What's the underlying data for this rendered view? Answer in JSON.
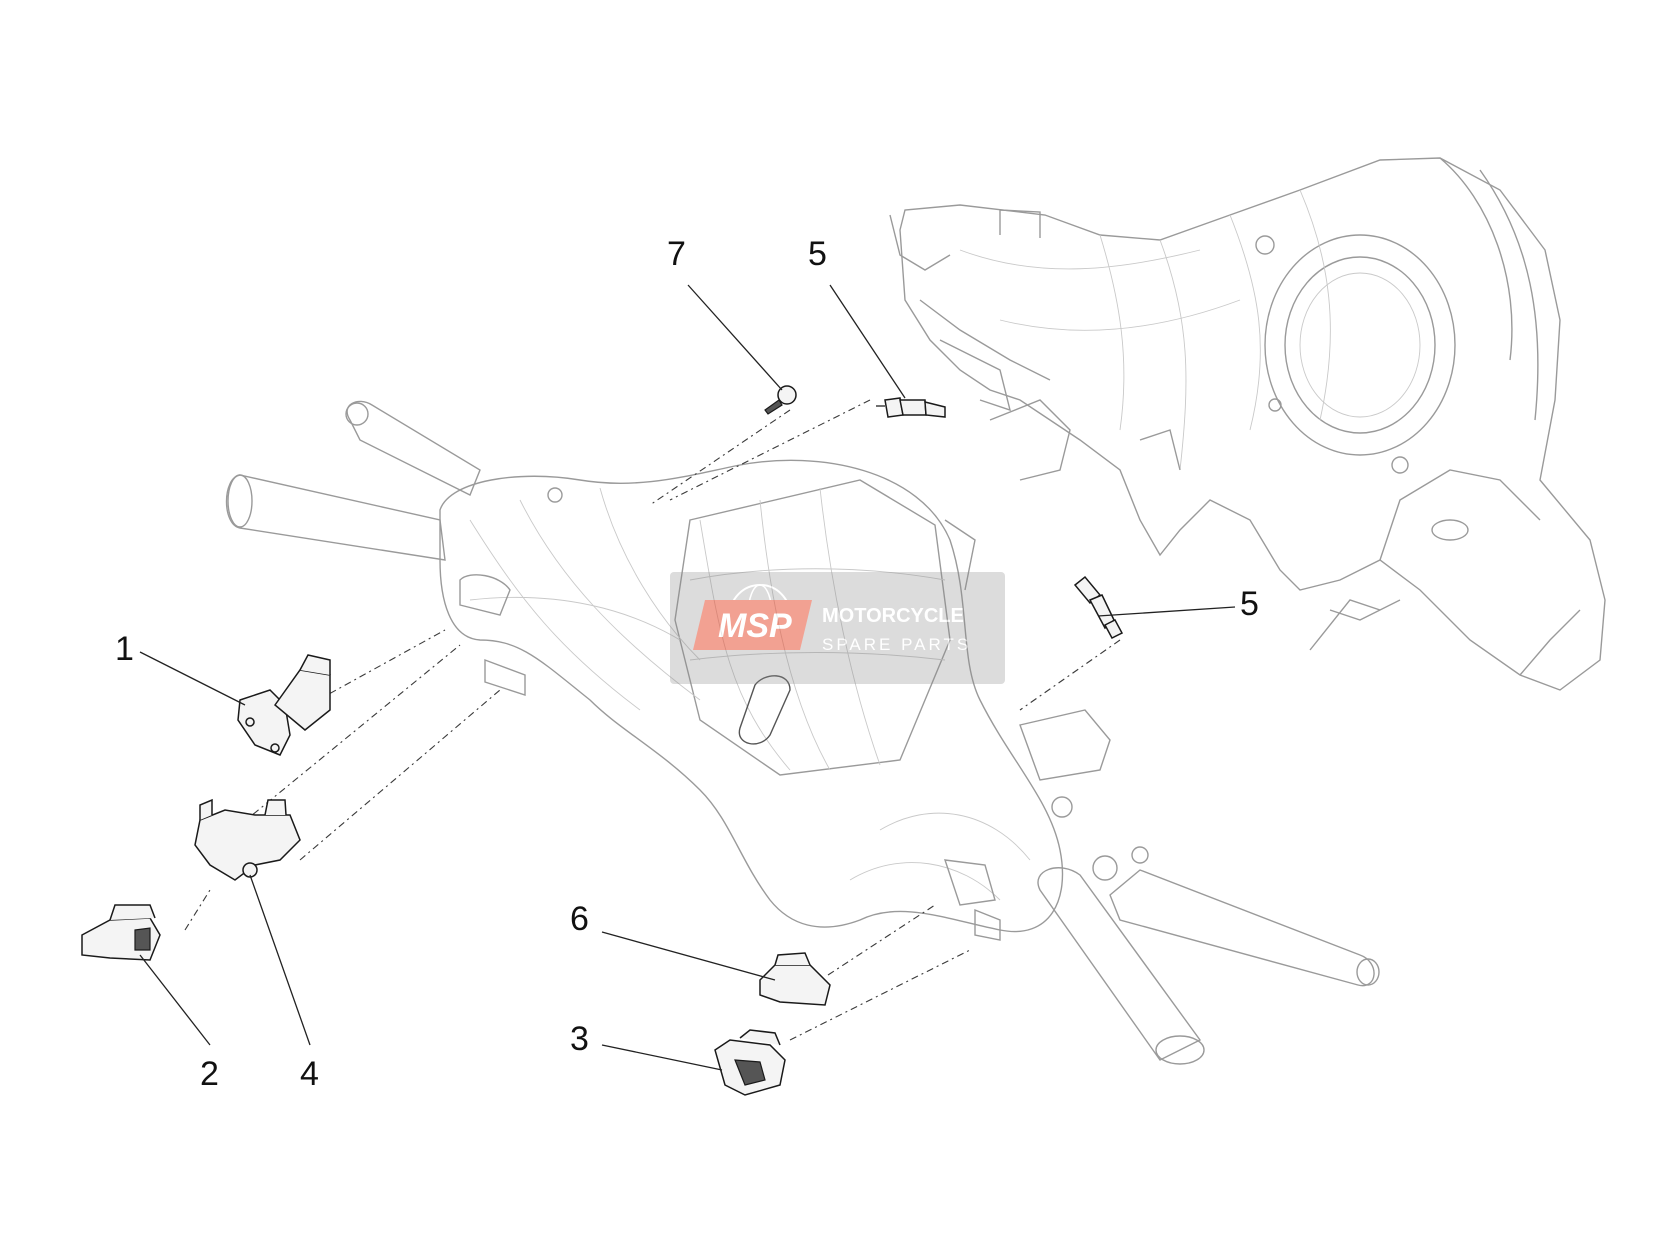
{
  "diagram": {
    "callouts": [
      {
        "id": "1",
        "label": "1"
      },
      {
        "id": "2",
        "label": "2"
      },
      {
        "id": "3",
        "label": "3"
      },
      {
        "id": "4",
        "label": "4"
      },
      {
        "id": "5a",
        "label": "5"
      },
      {
        "id": "5b",
        "label": "5"
      },
      {
        "id": "6",
        "label": "6"
      },
      {
        "id": "7",
        "label": "7"
      }
    ]
  },
  "watermark": {
    "logo_text": "MSP",
    "line1": "MOTORCYCLE",
    "line2": "SPARE PARTS",
    "color": "#e8553a"
  }
}
